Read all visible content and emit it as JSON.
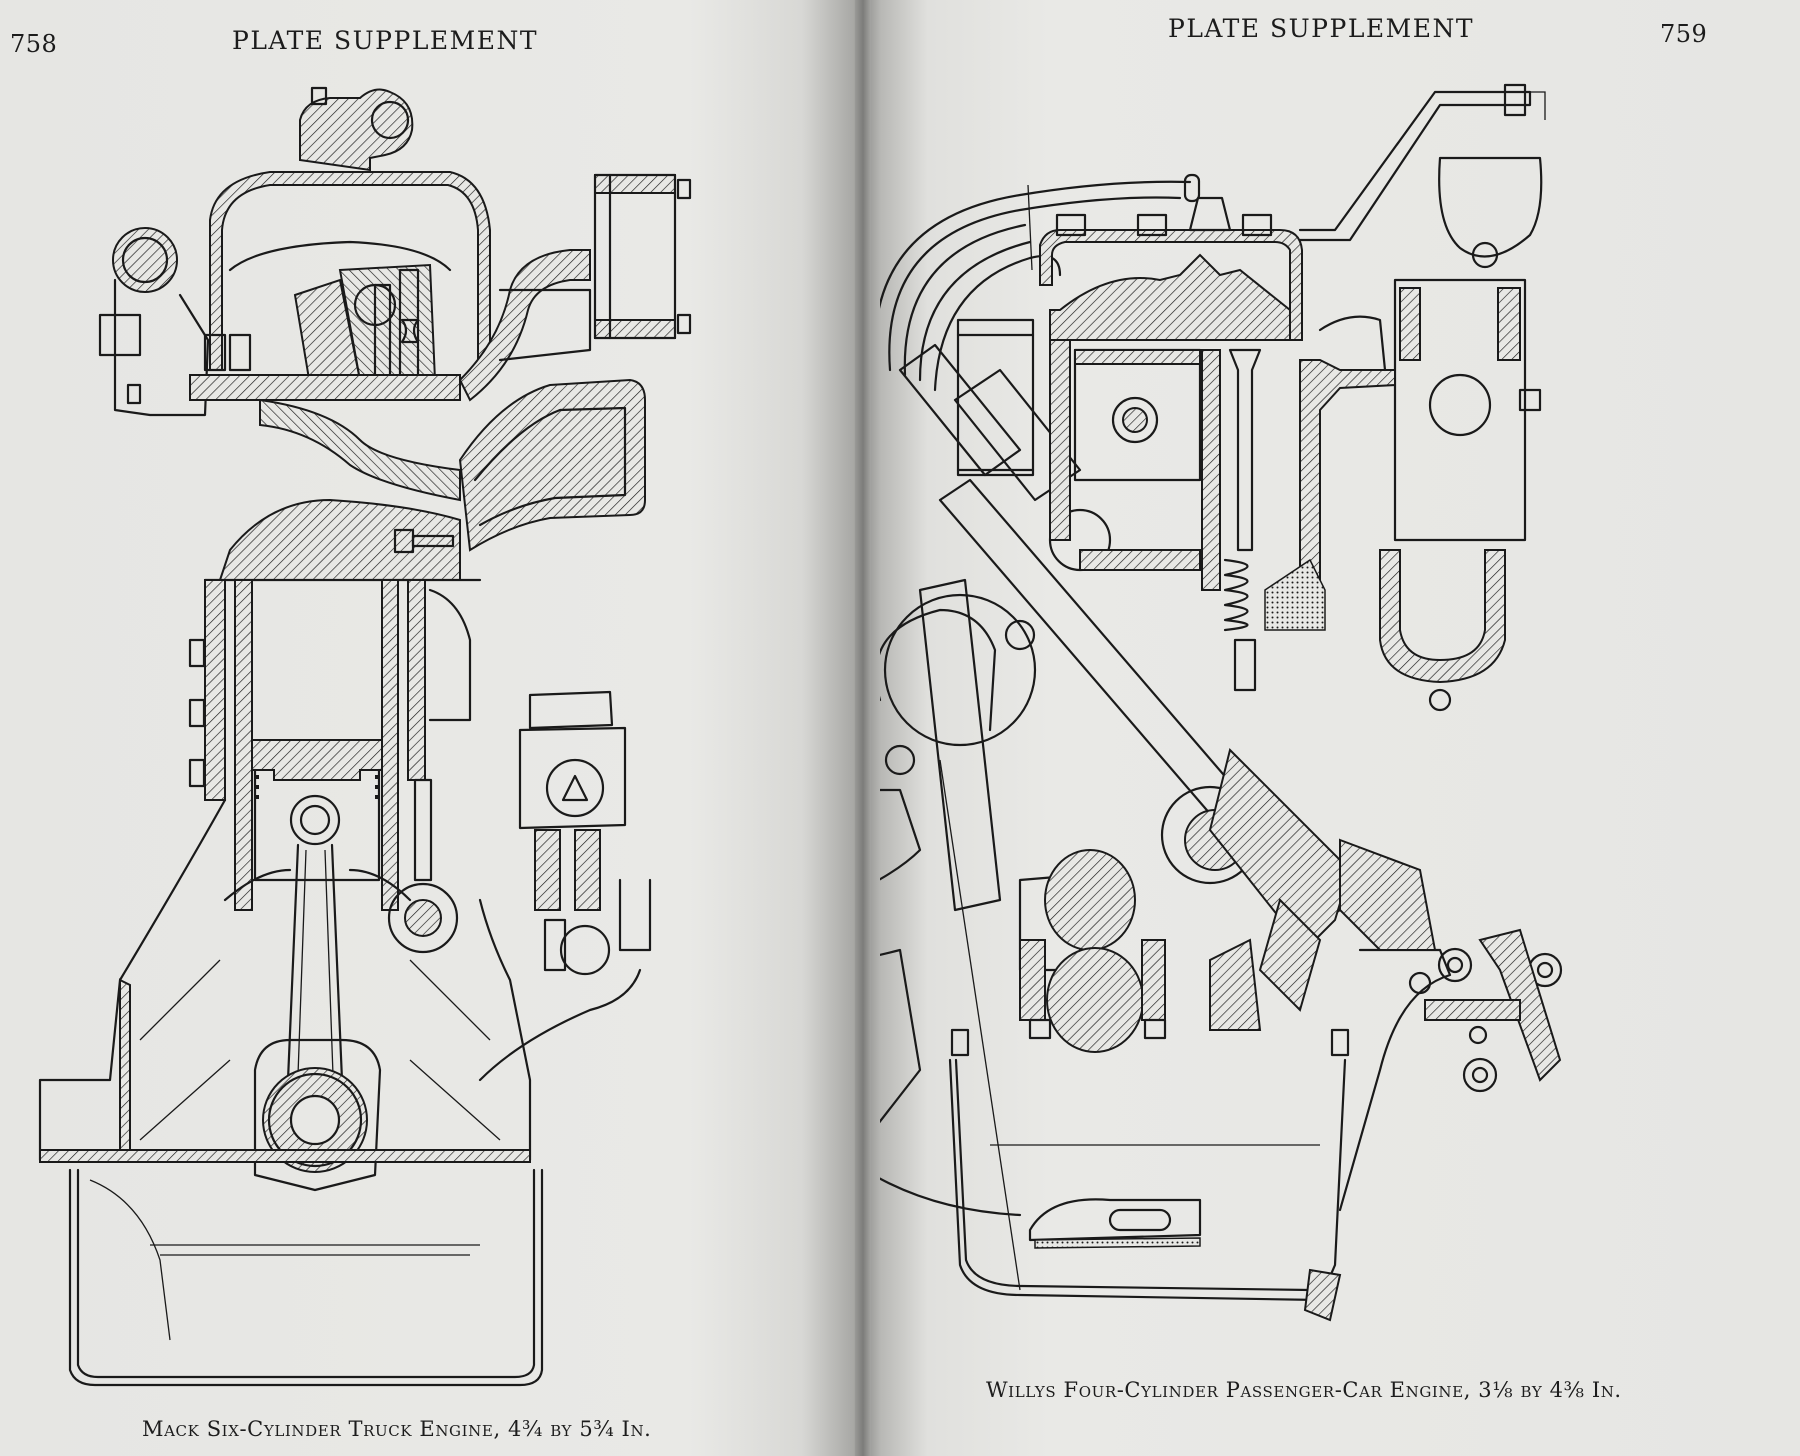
{
  "left_page": {
    "page_number": "758",
    "running_head": "PLATE SUPPLEMENT",
    "figure": {
      "subject": "Mack Six-Cylinder Truck Engine",
      "caption_parts": [
        "Mack Six-Cylinder Truck Engine",
        ", 4¾ ",
        "by",
        " 5¾ ",
        "In."
      ]
    }
  },
  "right_page": {
    "page_number": "759",
    "running_head": "PLATE SUPPLEMENT",
    "figure": {
      "subject": "Willys Four-Cylinder Passenger-Car Engine",
      "caption_parts": [
        "Willys Four-Cylinder Passenger-Car Engine",
        ", 3⅛ ",
        "by",
        " 4⅜ ",
        "In."
      ]
    }
  },
  "colors": {
    "paper": "#e8e8e5",
    "ink": "#1a1a1a",
    "gutter_shadow": "#7c7c7a"
  }
}
